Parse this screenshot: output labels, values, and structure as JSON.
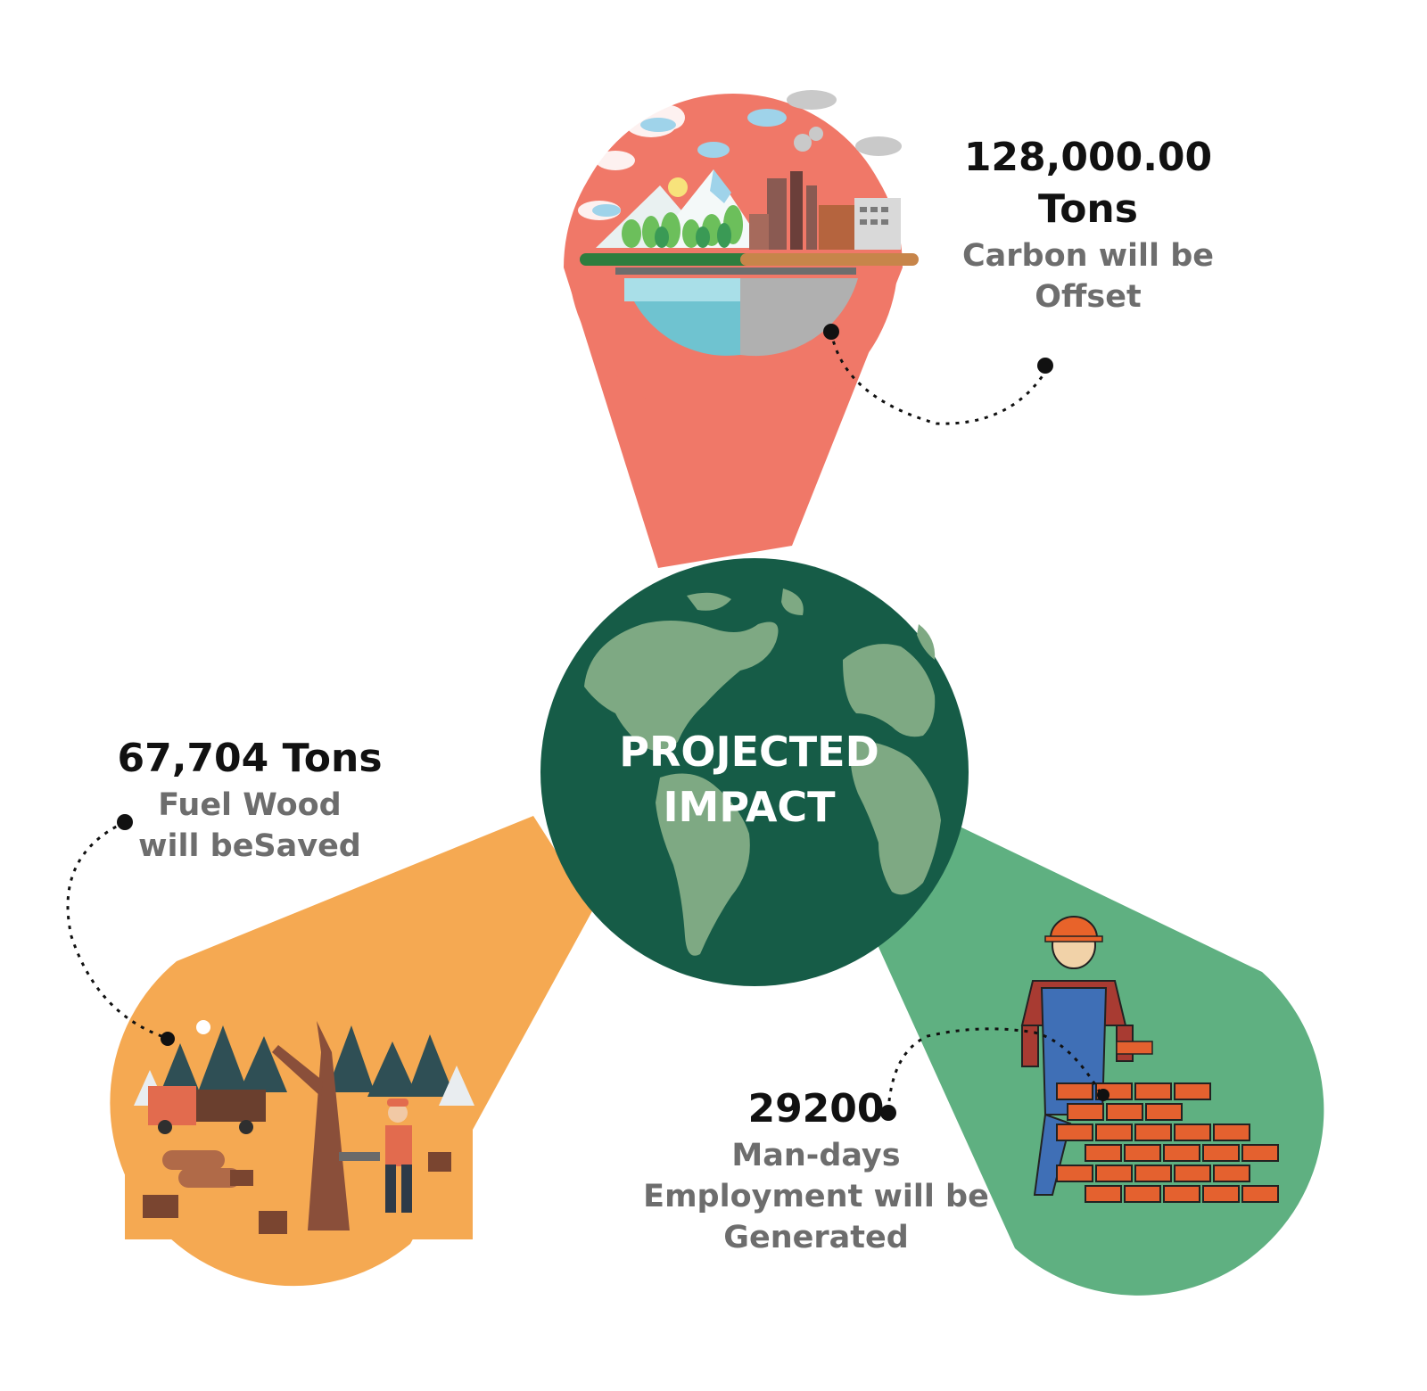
{
  "hub": {
    "title_line1": "PROJECTED",
    "title_line2": "IMPACT"
  },
  "stats": {
    "carbon": {
      "value_line1": "128,000.00",
      "value_line2": "Tons",
      "desc_line1": "Carbon will be",
      "desc_line2": "Offset"
    },
    "fuelwood": {
      "value": "67,704 Tons",
      "desc_line1": "Fuel Wood",
      "desc_line2": "will beSaved"
    },
    "employment": {
      "value": "29200",
      "desc_line1": "Man-days",
      "desc_line2": "Employment will be",
      "desc_line3": "Generated"
    }
  },
  "colors": {
    "carbon_petal": "#f07868",
    "fuelwood_petal": "#f5a952",
    "employment_petal": "#5fb081",
    "globe_ocean": "#165c47",
    "globe_land": "#7ea983",
    "value_text": "#111111",
    "desc_text": "#6d6d6d"
  },
  "icons": {
    "carbon": "environment-vs-industry-illustration",
    "fuelwood": "lumberjack-cutting-trees-illustration",
    "employment": "bricklayer-worker-illustration",
    "hub": "earth-globe-icon"
  }
}
